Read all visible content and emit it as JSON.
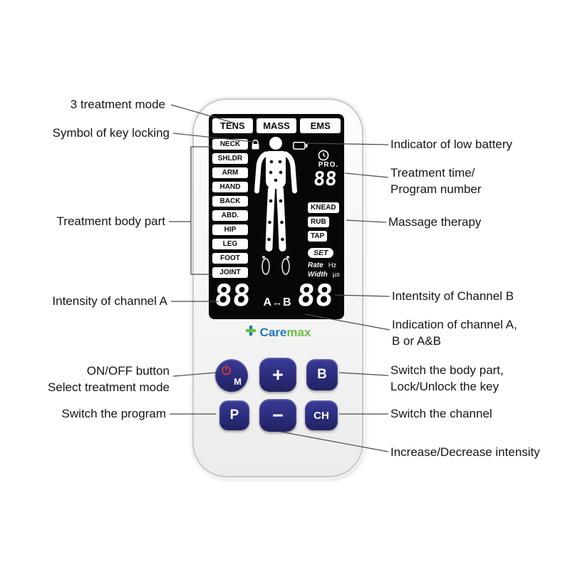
{
  "annotations": {
    "left": [
      {
        "label": "3 treatment mode"
      },
      {
        "label": "Symbol of key locking"
      },
      {
        "label": "Treatment body part"
      },
      {
        "label": "Intensity of channel A"
      },
      {
        "label": "ON/OFF button\nSelect treatment mode"
      },
      {
        "label": "Switch the program"
      }
    ],
    "right": [
      {
        "label": "Indicator of low battery"
      },
      {
        "label": "Treatment time/\nProgram number"
      },
      {
        "label": "Massage therapy"
      },
      {
        "label": "Intentsity of Channel B"
      },
      {
        "label": "Indication of channel A,\nB or A&B"
      },
      {
        "label": "Switch the body part,\nLock/Unlock the key"
      },
      {
        "label": "Switch the channel"
      },
      {
        "label": "Increase/Decrease intensity"
      }
    ]
  },
  "device": {
    "modes": [
      "TENS",
      "MASS",
      "EMS"
    ],
    "body_parts": [
      "NECK",
      "SHLDR",
      "ARM",
      "HAND",
      "BACK",
      "ABD.",
      "HIP",
      "LEG",
      "FOOT",
      "JOINT"
    ],
    "massage_modes": [
      "KNEAD",
      "RUB",
      "TAP"
    ],
    "pro_label": "PRO.",
    "set_label": "SET",
    "rate_label": "Rate",
    "rate_unit": "Hz",
    "width_label": "Width",
    "width_unit": "µs",
    "display": {
      "program": "88",
      "intensity_a": "88",
      "intensity_b": "88",
      "channel_a": "A",
      "channel_arrow": "↔",
      "channel_b": "B"
    },
    "brand": {
      "care": "Care",
      "max": "max"
    },
    "buttons": {
      "m": "M",
      "plus": "+",
      "b": "B",
      "p": "P",
      "minus": "−",
      "ch": "CH"
    }
  },
  "icons": {
    "lock": "lock-icon",
    "battery": "low-battery-icon",
    "clock": "clock-icon",
    "power": "power-icon",
    "logo_cross": "medical-cross-icon"
  },
  "colors": {
    "button_navy": "#2b2c7c",
    "power_red": "#e0392b",
    "brand_blue": "#2178bc",
    "brand_green": "#6cbe45",
    "screen_black": "#070707",
    "line_gray": "#4a4a4a",
    "text_black": "#151515"
  }
}
